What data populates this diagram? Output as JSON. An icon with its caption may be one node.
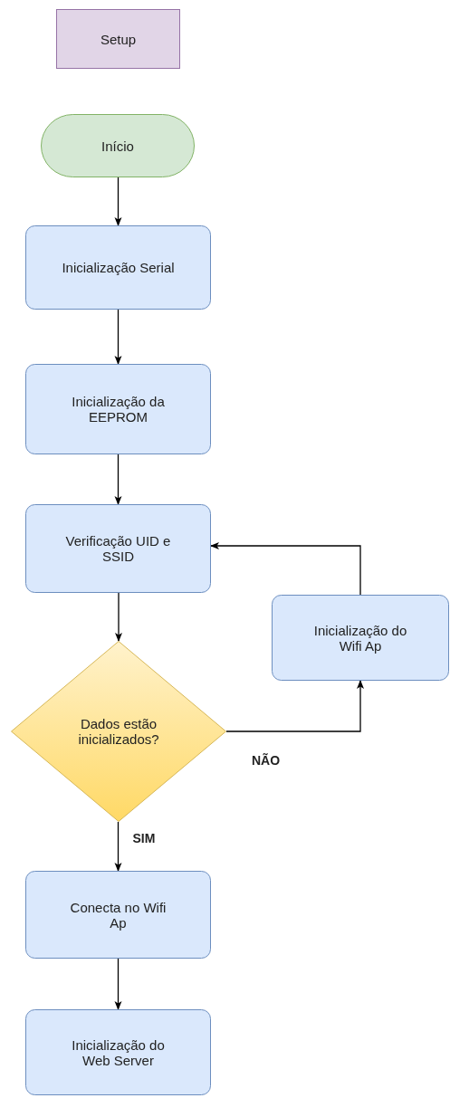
{
  "diagram": {
    "nodes": [
      {
        "text": [
          "Setup"
        ]
      },
      {
        "text": [
          "Início"
        ]
      },
      {
        "text": [
          "Inicialização Serial"
        ]
      },
      {
        "text": [
          "Inicialização da EEPROM"
        ]
      },
      {
        "text": [
          "Verificação UID e SSID"
        ]
      },
      {
        "text": [
          "Dados estão inicializados?"
        ]
      },
      {
        "text": [
          "Inicialização do Wifi Ap"
        ]
      },
      {
        "text": [
          "Conecta no Wifi Ap"
        ]
      },
      {
        "text": [
          "Inicialização do Web Server"
        ]
      }
    ],
    "edges": [
      {
        "from": 1,
        "to": 2,
        "arrow": "to"
      },
      {
        "from": 2,
        "to": 3,
        "arrow": "to"
      },
      {
        "from": 3,
        "to": 4,
        "arrow": "to"
      },
      {
        "from": 4,
        "to": 5,
        "arrow": "to"
      },
      {
        "from": 5,
        "to": 6,
        "arrow": "to",
        "label": "NÃO"
      },
      {
        "from": 6,
        "to": 4,
        "arrow": "to"
      },
      {
        "from": 5,
        "to": 7,
        "arrow": "to",
        "label": "SIM"
      },
      {
        "from": 7,
        "to": 8,
        "arrow": "to"
      }
    ]
  }
}
